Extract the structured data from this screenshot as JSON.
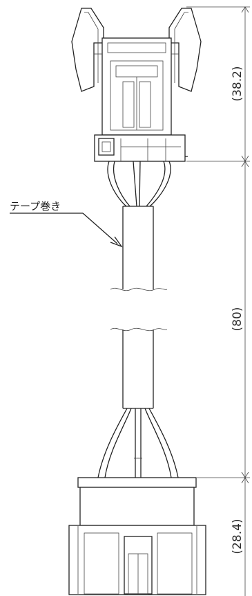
{
  "drawing": {
    "callout_label": "テープ巻き",
    "dimensions": [
      {
        "id": "top_connector",
        "text": "(38.2)"
      },
      {
        "id": "cable",
        "text": "(80)"
      },
      {
        "id": "bottom_connector",
        "text": "(28.4)"
      }
    ]
  }
}
